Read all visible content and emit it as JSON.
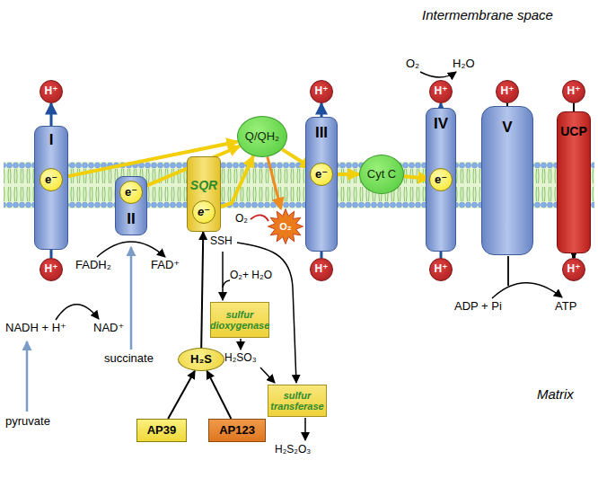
{
  "diagram": {
    "nodes": [
      {
        "text": [
          "H⁺"
        ]
      },
      {
        "text": [
          "H⁺"
        ]
      },
      {
        "text": [
          "H⁺"
        ]
      },
      {
        "text": [
          "H⁺"
        ]
      },
      {
        "text": [
          "H⁺"
        ]
      },
      {
        "text": [
          "Q/QH₂"
        ]
      },
      {
        "text": [
          "I"
        ]
      },
      {
        "text": [
          "e⁻"
        ],
        "in": 6
      },
      {
        "text": [
          "II"
        ]
      },
      {
        "text": [
          "e⁻"
        ],
        "in": 8
      },
      {
        "text": [
          "SQR"
        ]
      },
      {
        "text": [
          "e⁻"
        ],
        "in": 10
      },
      {
        "text": [
          "III"
        ]
      },
      {
        "text": [
          "e⁻"
        ],
        "in": 12
      },
      {
        "text": [
          "Cyt C"
        ]
      },
      {
        "text": [
          "IV"
        ]
      },
      {
        "text": [
          "e⁻"
        ],
        "in": 15
      },
      {
        "text": [
          "V"
        ]
      },
      {
        "text": [
          "UCP"
        ]
      },
      {
        "text": [
          "O₂"
        ]
      },
      {
        "text": [
          "H⁺"
        ]
      },
      {
        "text": [
          "H⁺"
        ]
      },
      {
        "text": [
          "H⁺"
        ]
      },
      {
        "text": [
          "H⁺"
        ]
      },
      {
        "text": [
          "sulfur dioxygenase"
        ]
      },
      {
        "text": [
          "H₂S"
        ]
      },
      {
        "text": [
          "sulfur transferase"
        ]
      },
      {
        "text": [
          "AP39"
        ]
      },
      {
        "text": [
          "AP123"
        ]
      }
    ],
    "edges": [
      {
        "from": 20,
        "to": 6,
        "arrow": "none"
      },
      {
        "from": 6,
        "to": 0,
        "arrow": "to"
      },
      {
        "from": 21,
        "to": 12,
        "arrow": "none"
      },
      {
        "from": 12,
        "to": 1,
        "arrow": "to"
      },
      {
        "from": 22,
        "to": 15,
        "arrow": "none"
      },
      {
        "from": 15,
        "to": 2,
        "arrow": "to"
      },
      {
        "from": 3,
        "to": 17,
        "arrow": "none"
      },
      {
        "from": 4,
        "to": 18,
        "arrow": "none"
      },
      {
        "from": 18,
        "to": 23,
        "arrow": "to"
      },
      {
        "from": 7,
        "to": 5,
        "arrow": "to"
      },
      {
        "from": 9,
        "to": 5,
        "arrow": "to"
      },
      {
        "from": 11,
        "to": 5,
        "arrow": "to"
      },
      {
        "from": 5,
        "to": 13,
        "arrow": "to"
      },
      {
        "from": 13,
        "to": 14,
        "arrow": "to"
      },
      {
        "from": 14,
        "to": 16,
        "arrow": "to"
      },
      {
        "from": 5,
        "to": 19,
        "arrow": "to"
      },
      {
        "from": 25,
        "to": 10,
        "arrow": "to"
      },
      {
        "from": 27,
        "to": 25,
        "arrow": "to"
      },
      {
        "from": 28,
        "to": 25,
        "arrow": "to"
      }
    ],
    "labels": [
      "Intermembrane space",
      "O₂",
      "H₂O",
      "O₂",
      "SSH",
      "FADH₂",
      "FAD⁺",
      "ADP + Pi",
      "ATP",
      "O₂+ H₂O",
      "NADH + H⁺",
      "NAD⁺",
      "succinate",
      "H₂SO₃",
      "Matrix",
      "pyruvate",
      "H₂S₂O₃"
    ]
  }
}
